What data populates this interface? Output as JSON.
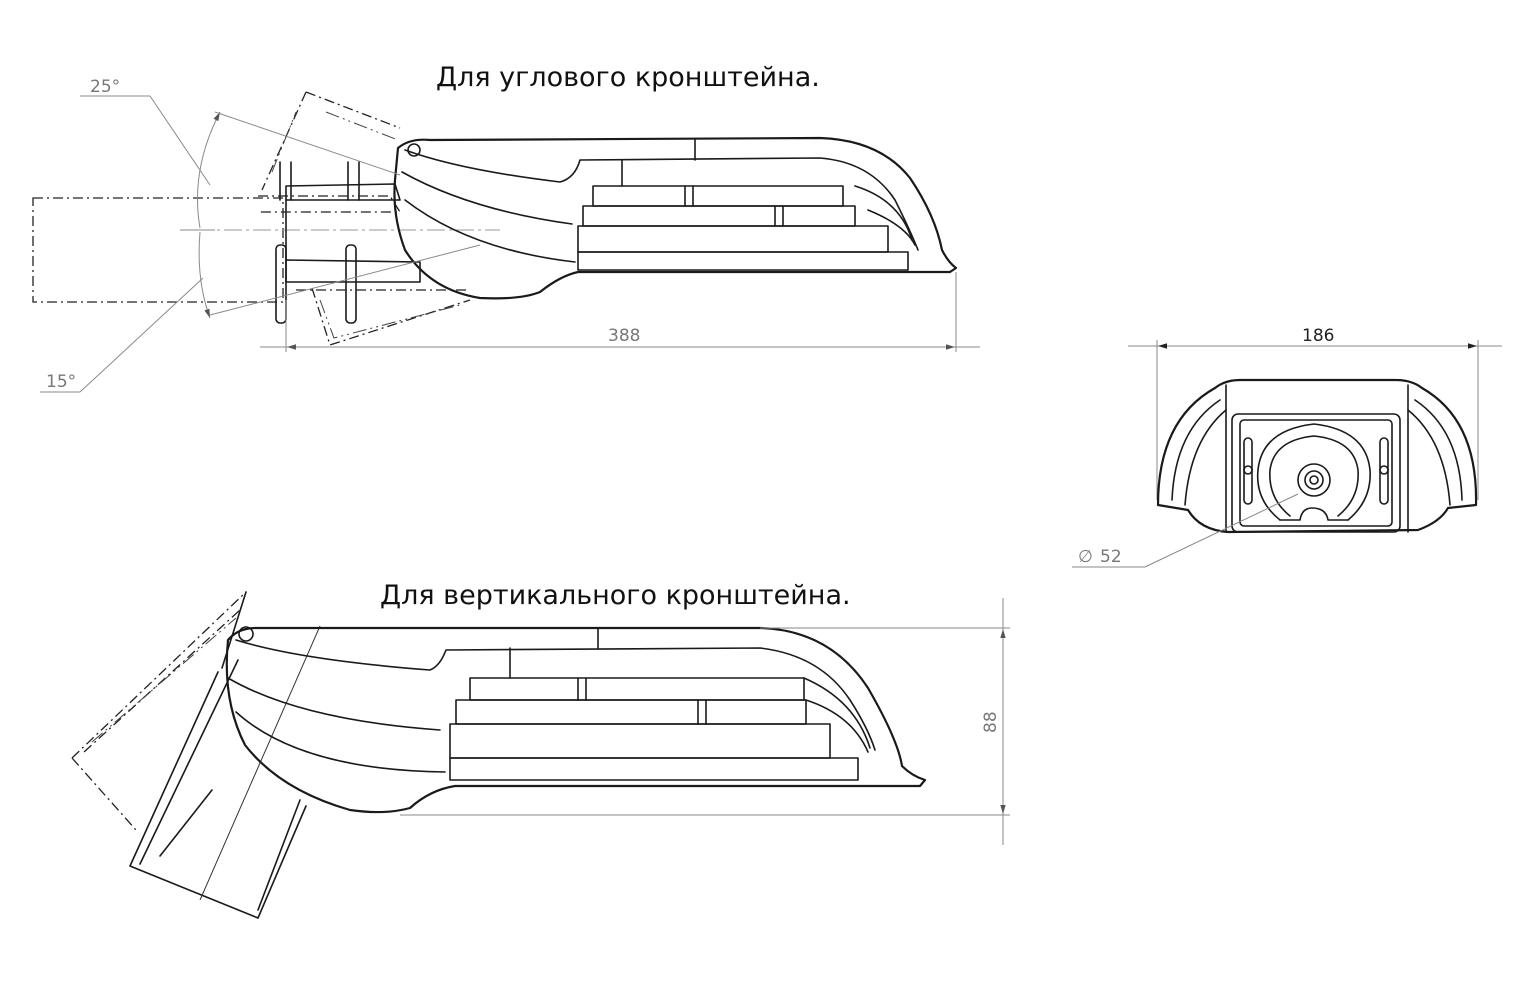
{
  "titles": {
    "angle_bracket": "Для углового кронштейна.",
    "vertical_bracket": "Для вертикального кронштейна."
  },
  "dimensions": {
    "angle_up": "25°",
    "angle_down": "15°",
    "length": "388",
    "width": "186",
    "diameter_symbol": "∅",
    "diameter": "52",
    "height": "88"
  }
}
